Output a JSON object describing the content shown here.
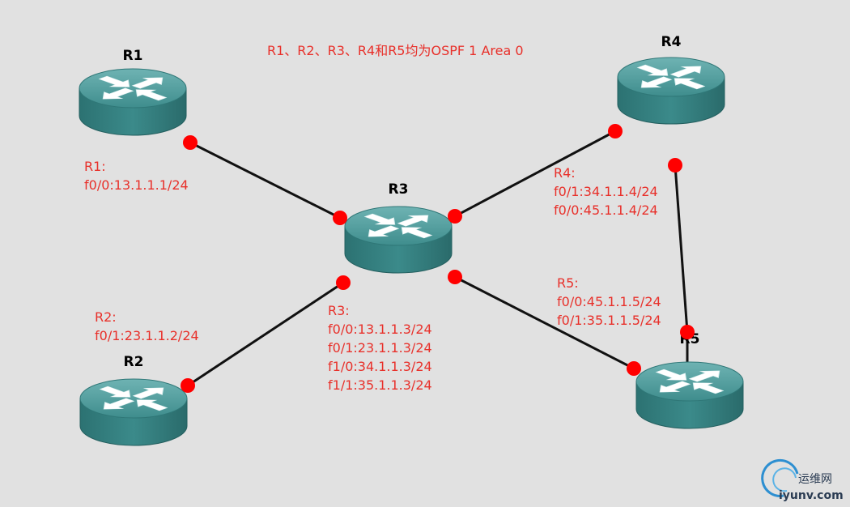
{
  "note": "R1、R2、R3、R4和R5均为OSPF 1 Area 0",
  "colors": {
    "background": "#e1e1e1",
    "link": "#111111",
    "port": "#ff0000",
    "label": "#e8302a",
    "router_top": "#4f9c9c",
    "router_side": "#2f7a7a"
  },
  "routers": [
    {
      "id": "R1",
      "name": "R1"
    },
    {
      "id": "R2",
      "name": "R2"
    },
    {
      "id": "R3",
      "name": "R3"
    },
    {
      "id": "R4",
      "name": "R4"
    },
    {
      "id": "R5",
      "name": "R5"
    }
  ],
  "links": [
    {
      "from": "R1",
      "to": "R3"
    },
    {
      "from": "R2",
      "to": "R3"
    },
    {
      "from": "R3",
      "to": "R4"
    },
    {
      "from": "R3",
      "to": "R5"
    },
    {
      "from": "R4",
      "to": "R5"
    }
  ],
  "configs": {
    "R1": [
      "R1:",
      "f0/0:13.1.1.1/24"
    ],
    "R2": [
      "R2:",
      "f0/1:23.1.1.2/24"
    ],
    "R3": [
      "R3:",
      "f0/0:13.1.1.3/24",
      "f0/1:23.1.1.3/24",
      "f1/0:34.1.1.3/24",
      "f1/1:35.1.1.3/24"
    ],
    "R4": [
      "R4:",
      "f0/1:34.1.1.4/24",
      "f0/0:45.1.1.4/24"
    ],
    "R5": [
      "R5:",
      "f0/0:45.1.1.5/24",
      "f0/1:35.1.1.5/24"
    ]
  },
  "watermark": {
    "cn": "运维网",
    "en": "iyunv.com"
  }
}
